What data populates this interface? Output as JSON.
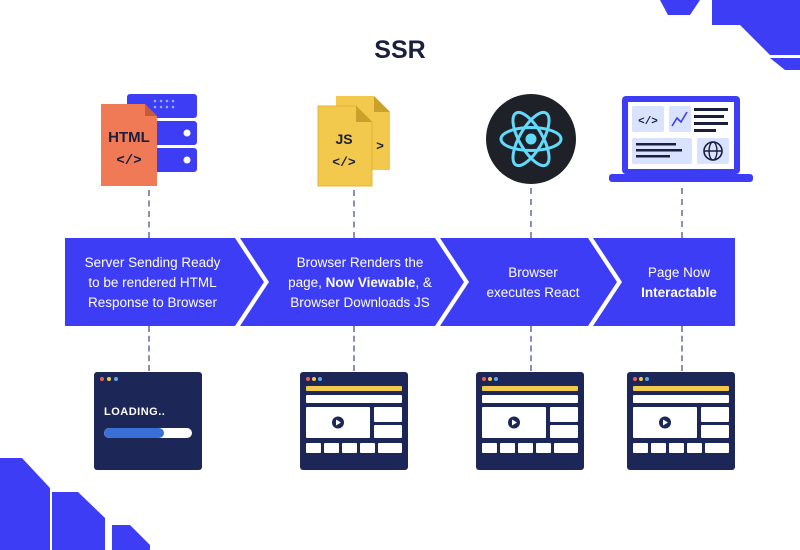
{
  "title": "SSR",
  "stages": [
    {
      "lines": [
        [
          {
            "t": "Server Sending Ready"
          }
        ],
        [
          {
            "t": "to be rendered HTML"
          }
        ],
        [
          {
            "t": "Response to Browser"
          }
        ]
      ]
    },
    {
      "lines": [
        [
          {
            "t": "Browser Renders the"
          }
        ],
        [
          {
            "t": "page, "
          },
          {
            "t": "Now Viewable",
            "b": true
          },
          {
            "t": ", &"
          }
        ],
        [
          {
            "t": "Browser Downloads JS"
          }
        ]
      ]
    },
    {
      "lines": [
        [
          {
            "t": "Browser"
          }
        ],
        [
          {
            "t": "executes React"
          }
        ]
      ]
    },
    {
      "lines": [
        [
          {
            "t": "Page Now"
          }
        ],
        [
          {
            "t": "Interactable",
            "b": true
          }
        ]
      ]
    }
  ],
  "icons": {
    "html_file_label": "HTML",
    "code_glyph": "</>",
    "js_file_label": "JS"
  },
  "loading_mock": {
    "label": "LOADING..",
    "progress": 0.68
  },
  "colors": {
    "banner": "#3d3df5",
    "mockup": "#1c2757",
    "html_file": "#f07a55",
    "server": "#3d3df5",
    "js_file": "#f2c94c",
    "react_bg": "#1f2128",
    "react_atom": "#61dafb",
    "laptop": "#3d3df5",
    "dot_red": "#f15a5a",
    "dot_yellow": "#f2c94c",
    "dot_blue": "#5aa9f1"
  }
}
